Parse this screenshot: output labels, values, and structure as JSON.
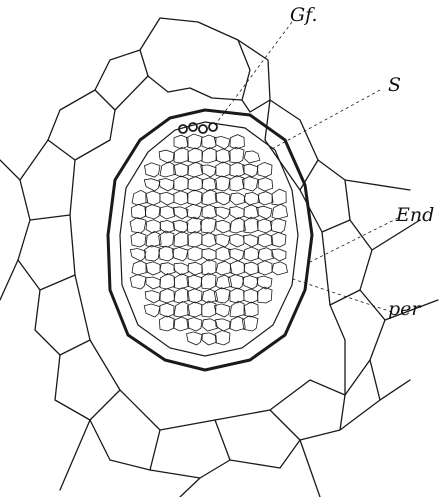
{
  "labels": {
    "gf": "Gf.",
    "s": "S",
    "end": "End",
    "per": "per"
  },
  "colors": {
    "ink": "#1a1a1a",
    "background": "#ffffff"
  }
}
